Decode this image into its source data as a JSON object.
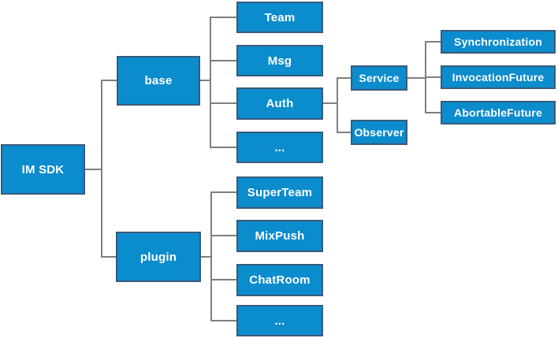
{
  "colors": {
    "background": "#ffffff",
    "node_fill": "#0a8ccd",
    "node_border": "#3a5a7a",
    "connector": "#7f7f7f",
    "label_text": "#ffffff"
  },
  "nodes": {
    "root": {
      "label": "IM SDK"
    },
    "base": {
      "label": "base"
    },
    "plugin": {
      "label": "plugin"
    },
    "team": {
      "label": "Team"
    },
    "msg": {
      "label": "Msg"
    },
    "auth": {
      "label": "Auth"
    },
    "base_more": {
      "label": "..."
    },
    "superteam": {
      "label": "SuperTeam"
    },
    "mixpush": {
      "label": "MixPush"
    },
    "chatroom": {
      "label": "ChatRoom"
    },
    "plugin_more": {
      "label": "..."
    },
    "service": {
      "label": "Service"
    },
    "observer": {
      "label": "Observer"
    },
    "synchronization": {
      "label": "Synchronization"
    },
    "invocationfuture": {
      "label": "InvocationFuture"
    },
    "abortablefuture": {
      "label": "AbortableFuture"
    }
  }
}
